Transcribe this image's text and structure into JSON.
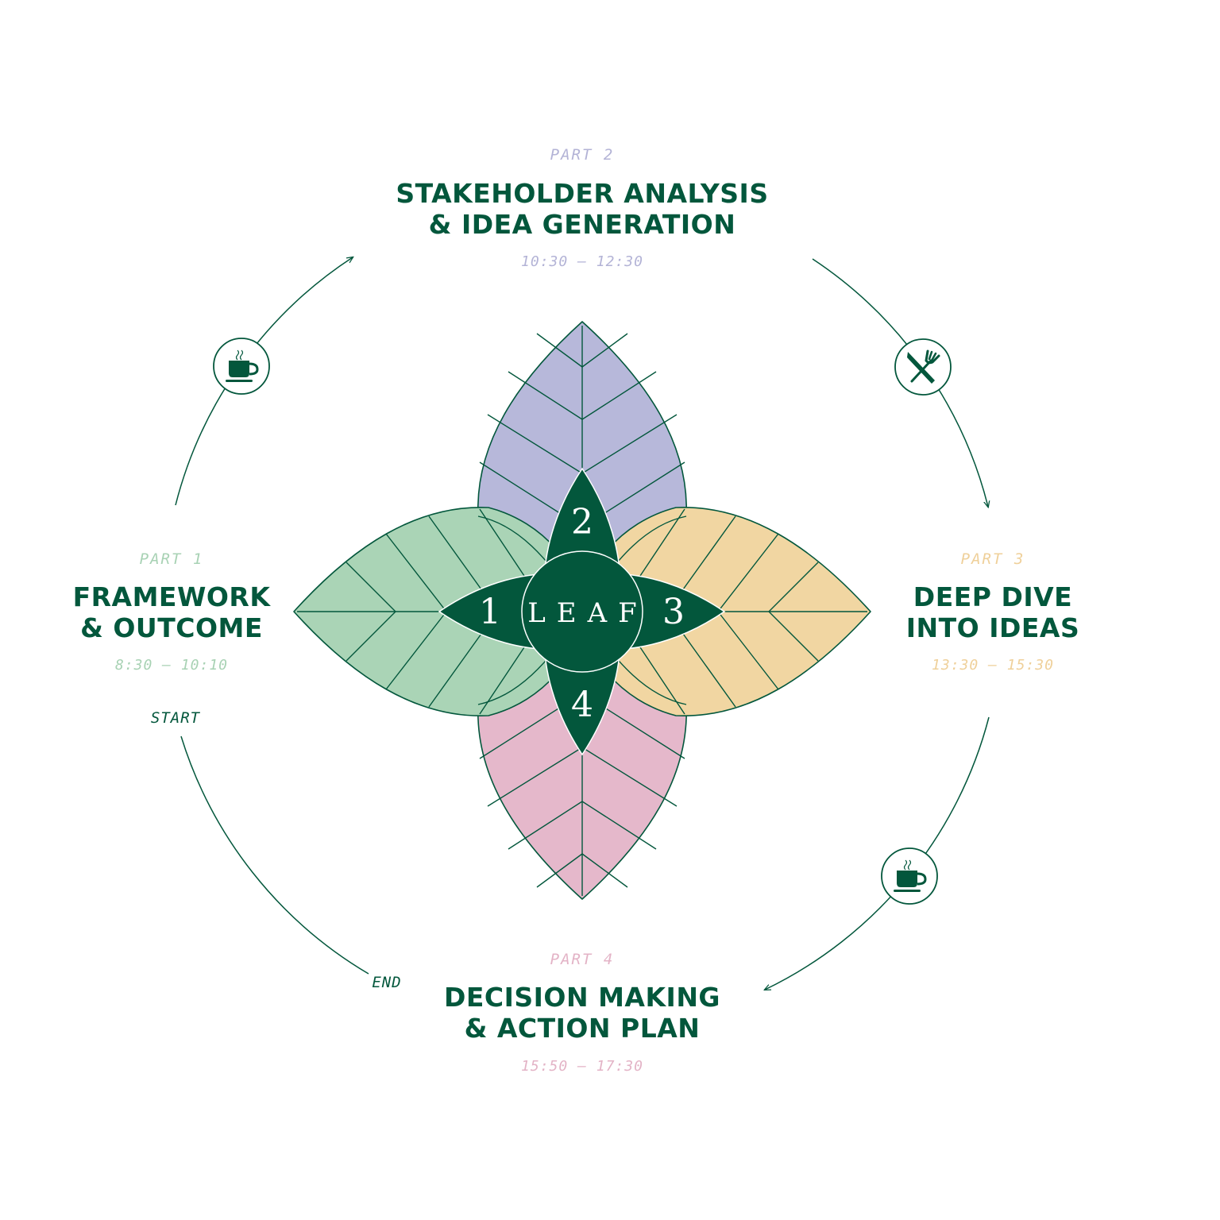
{
  "center": {
    "brand": "LEAF",
    "numbers": [
      "1",
      "2",
      "3",
      "4"
    ]
  },
  "parts": [
    {
      "label": "PART 1",
      "title_line1": "FRAMEWORK",
      "title_line2": "& OUTCOME",
      "time": "8:30 — 10:10",
      "color": "#aad4b6"
    },
    {
      "label": "PART 2",
      "title_line1": "STAKEHOLDER ANALYSIS",
      "title_line2": "& IDEA GENERATION",
      "time": "10:30 — 12:30",
      "color": "#b7b8da"
    },
    {
      "label": "PART 3",
      "title_line1": "DEEP DIVE",
      "title_line2": "INTO IDEAS",
      "time": "13:30 — 15:30",
      "color": "#f1d6a2"
    },
    {
      "label": "PART 4",
      "title_line1": "DECISION MAKING",
      "title_line2": "& ACTION PLAN",
      "time": "15:50 — 17:30",
      "color": "#e5b8cb"
    }
  ],
  "markers": {
    "start": "START",
    "end": "END"
  },
  "breaks": [
    {
      "icon": "coffee-cup-icon",
      "position": "between part 1 and part 2"
    },
    {
      "icon": "knife-fork-icon",
      "position": "between part 2 and part 3"
    },
    {
      "icon": "coffee-cup-icon",
      "position": "between part 3 and part 4"
    }
  ],
  "colors": {
    "primary": "#03573c",
    "part1": "#aad4b6",
    "part2": "#b7b8da",
    "part3": "#f1d6a2",
    "part4": "#e5b8cb",
    "label_part1": "#a8d2b4",
    "label_part2": "#b3b3d6",
    "label_part3": "#efd09a",
    "label_part4": "#e3b3c6"
  }
}
